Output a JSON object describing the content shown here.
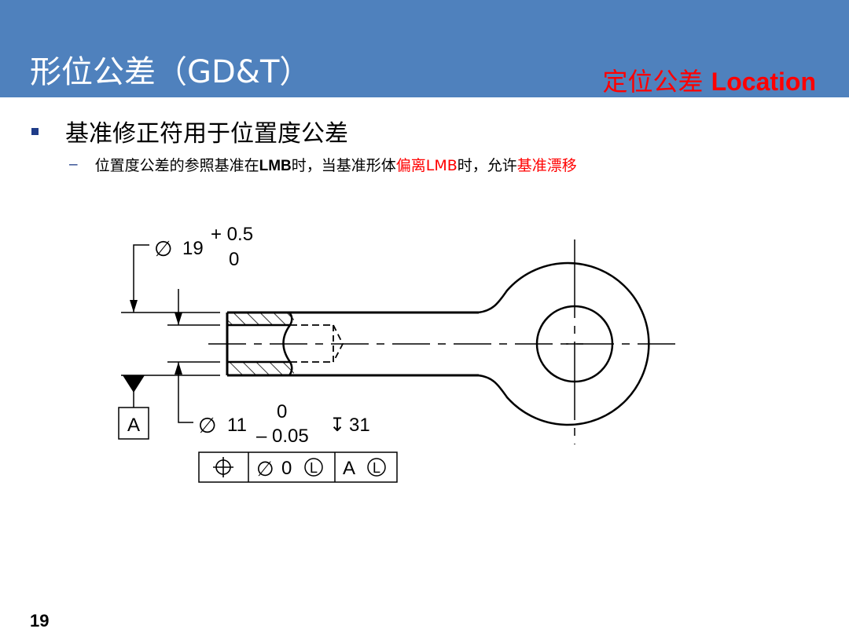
{
  "slide": {
    "title": "形位公差（GD&T）",
    "subtitle_cjk": "定位公差",
    "subtitle_latin": "Location",
    "bullet": "基准修正符用于位置度公差",
    "sub_parts": [
      "位置度公差的参照基准在",
      "LMB",
      "时，当基准形体",
      "偏离LMB",
      "时，允许",
      "基准漂移"
    ],
    "page_number": "19",
    "colors": {
      "header_bg": "#4f81bd",
      "emphasis": "#ff0000",
      "bullet": "#1f3c88"
    }
  },
  "drawing": {
    "dia_major_symbol": "∅",
    "dia_major_value": "19",
    "dia_major_upper_tol": "+ 0.5",
    "dia_major_lower_tol": "0",
    "dia_minor_symbol": "∅",
    "dia_minor_value": "11",
    "dia_minor_upper_tol": "0",
    "dia_minor_lower_tol": "– 0.05",
    "depth_symbol": "↧",
    "depth_value": "31",
    "datum_label": "A",
    "fcf": {
      "position_symbol": "⌖",
      "tol_symbol": "∅",
      "tol_value": "0",
      "modifier": "L",
      "datum": "A",
      "datum_modifier": "L"
    }
  }
}
